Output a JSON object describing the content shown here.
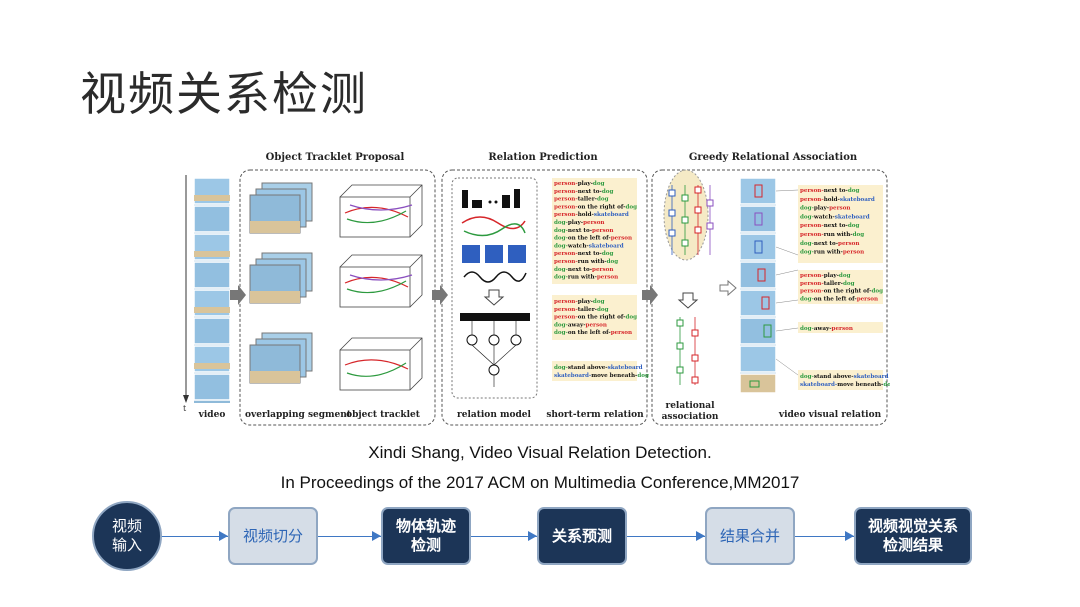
{
  "slide": {
    "title": "视频关系检测"
  },
  "figure": {
    "sections": {
      "proposal": "Object Tracklet Proposal",
      "prediction": "Relation Prediction",
      "association": "Greedy Relational Association"
    },
    "captions": {
      "video": "video",
      "segment": "overlapping segment",
      "tracklet": "object tracklet",
      "model": "relation model",
      "short_term": "short-term relation",
      "relational": "relational",
      "association": "association",
      "visual": "video visual relation",
      "t": "t"
    },
    "relations_group1": [
      "person-play-dog",
      "person-next to-dog",
      "person-taller-dog",
      "person-on the right of-dog",
      "person-hold-skateboard",
      "dog-play-person",
      "dog-next to-person",
      "dog-on the left of-person",
      "dog-watch-skateboard",
      "person-next to-dog",
      "person-run with-dog",
      "dog-next to-person",
      "dog-run with-person"
    ],
    "relations_group2": [
      "person-play-dog",
      "person-taller-dog",
      "person-on the right of-dog",
      "dog-away-person",
      "dog-on the left of-person"
    ],
    "relations_group3": [
      "dog-stand above-skateboard",
      "skateboard-move beneath-dog"
    ],
    "final_group1": [
      "person-next to-dog",
      "person-hold-skateboard",
      "dog-play-person",
      "dog-watch-skateboard",
      "person-next to-dog",
      "person-run with-dog",
      "dog-next to-person",
      "dog-run with-person"
    ],
    "final_group2": [
      "person-play-dog",
      "person-taller-dog",
      "person-on the right of-dog",
      "dog-on the left of-person"
    ],
    "final_group3": [
      "dog-away-person"
    ],
    "final_group4": [
      "dog-stand above-skateboard",
      "skateboard-move beneath-dog"
    ]
  },
  "citation": {
    "line1": "Xindi Shang, Video Visual Relation Detection.",
    "line2": "In Proceedings of the 2017 ACM on Multimedia Conference,MM2017"
  },
  "pipeline": {
    "input": "视频\n输入",
    "steps": [
      "视频切分",
      "物体轨迹\n检测",
      "关系预测",
      "结果合并",
      "视频视觉关系\n检测结果"
    ]
  },
  "colors": {
    "dark_node": "#1c3557",
    "light_node": "#d5dde7",
    "arrow": "#3f78c4",
    "person": "#d6262a",
    "dog": "#2d9a3f",
    "skateboard": "#2f5fbf",
    "relation_bg": "#fbf0cf"
  }
}
